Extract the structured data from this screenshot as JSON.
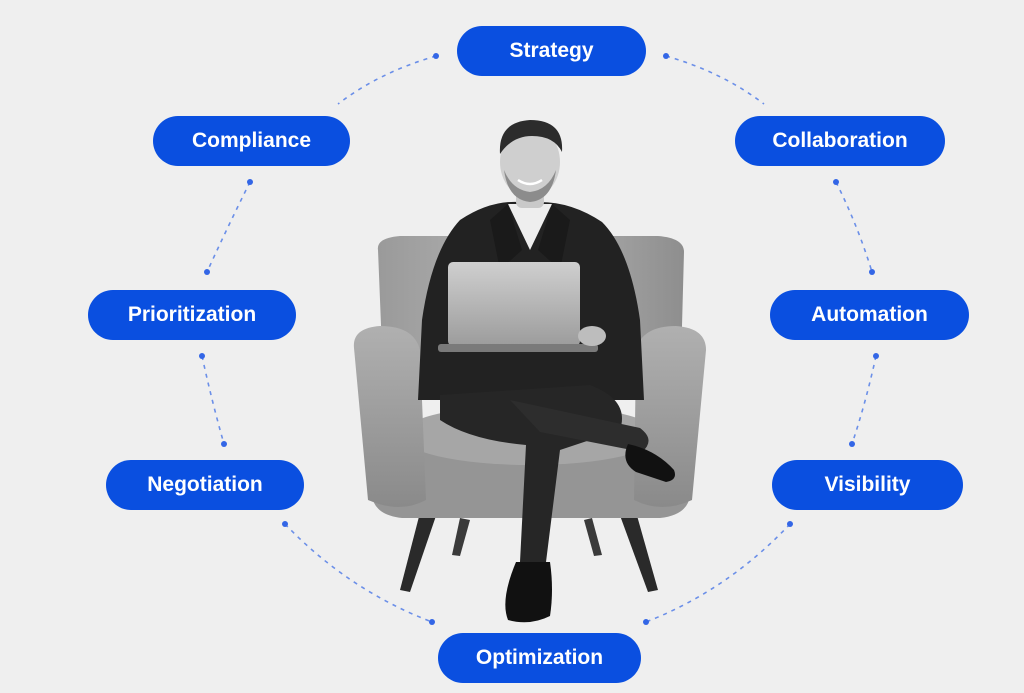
{
  "pills": {
    "strategy": "Strategy",
    "compliance": "Compliance",
    "collaboration": "Collaboration",
    "prioritization": "Prioritization",
    "automation": "Automation",
    "negotiation": "Negotiation",
    "visibility": "Visibility",
    "optimization": "Optimization"
  },
  "colors": {
    "background": "#efefef",
    "pill": "#0a4fe0",
    "pill_text": "#ffffff",
    "connector": "#6b8fe8"
  },
  "illustration": "man-in-armchair-with-laptop"
}
